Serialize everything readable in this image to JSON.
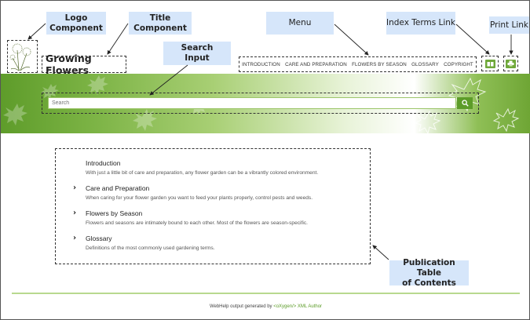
{
  "callouts": {
    "logo": "Logo\nComponent",
    "title": "Title\nComponent",
    "menu": "Menu",
    "index_terms": "Index Terms Link",
    "print": "Print Link",
    "search": "Search\nInput",
    "toc": "Publication Table\nof Contents"
  },
  "header": {
    "site_title": "Growing Flowers",
    "menu": [
      "INTRODUCTION",
      "CARE AND PREPARATION",
      "FLOWERS BY SEASON",
      "GLOSSARY",
      "COPYRIGHT"
    ]
  },
  "search": {
    "placeholder": "Search"
  },
  "toc": [
    {
      "title": "Introduction",
      "desc": "With just a little bit of care and preparation, any flower garden can be a vibrantly colored environment.",
      "expandable": false
    },
    {
      "title": "Care and Preparation",
      "desc": "When caring for your flower garden you want to feed your plants properly, control pests and weeds.",
      "expandable": true
    },
    {
      "title": "Flowers by Season",
      "desc": "Flowers and seasons are intimately bound to each other. Most of the flowers are season-specific.",
      "expandable": true
    },
    {
      "title": "Glossary",
      "desc": "Definitions of the most commonly used gardening terms.",
      "expandable": true
    }
  ],
  "footer": {
    "prefix": "WebHelp output generated by ",
    "link": "<oXygen/> XML Author"
  },
  "colors": {
    "accent": "#5c9c28",
    "callout_bg": "#d6e6fa"
  }
}
